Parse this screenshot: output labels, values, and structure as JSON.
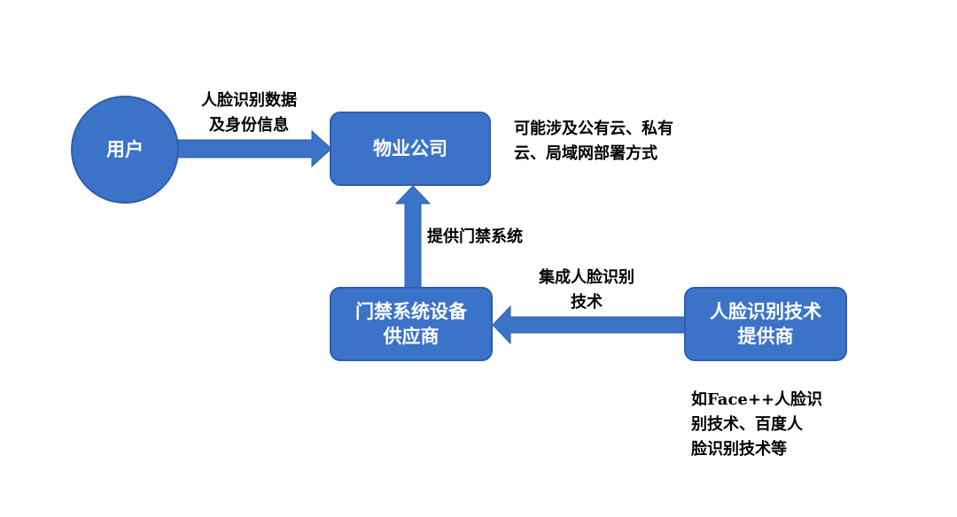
{
  "nodes": {
    "user": {
      "label": "用户"
    },
    "property_company": {
      "label": "物业公司"
    },
    "access_vendor": {
      "lines": [
        "门禁系统设备",
        "供应商"
      ]
    },
    "face_tech_vendor": {
      "lines": [
        "人脸识别技术",
        "提供商"
      ]
    }
  },
  "edges": {
    "user_to_property": {
      "lines": [
        "人脸识别数据",
        "及身份信息"
      ]
    },
    "access_to_property": {
      "label": "提供门禁系统"
    },
    "face_to_access": {
      "lines": [
        "集成人脸识别",
        "技术"
      ]
    }
  },
  "notes": {
    "cloud": {
      "lines": [
        "可能涉及公有云、私有",
        "云、局域网部署方式"
      ]
    },
    "examples": {
      "lines": [
        "如Face++人脸识",
        "别技术、百度人",
        "脸识别技术等"
      ]
    }
  },
  "colors": {
    "node_fill": "#3b73c9",
    "node_border": "#2f5ea8",
    "arrow_fill": "#3b73c9",
    "text": "#000000",
    "node_text": "#ffffff"
  }
}
